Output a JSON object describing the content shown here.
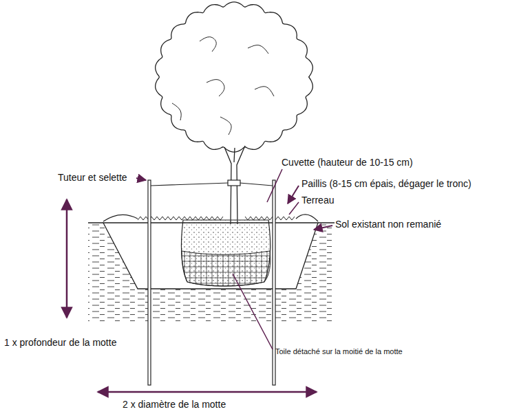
{
  "diagram": {
    "labels": [
      "Tuteur et selette",
      "Cuvette (hauteur de 10-15 cm)",
      "Paillis (8-15 cm épais, dégager le tronc)",
      "Terreau",
      "Sol existant non remanié",
      "1 x profondeur de la motte",
      "Toile détaché sur la moitié de la motte",
      "2 x diamètre de la motte"
    ]
  }
}
